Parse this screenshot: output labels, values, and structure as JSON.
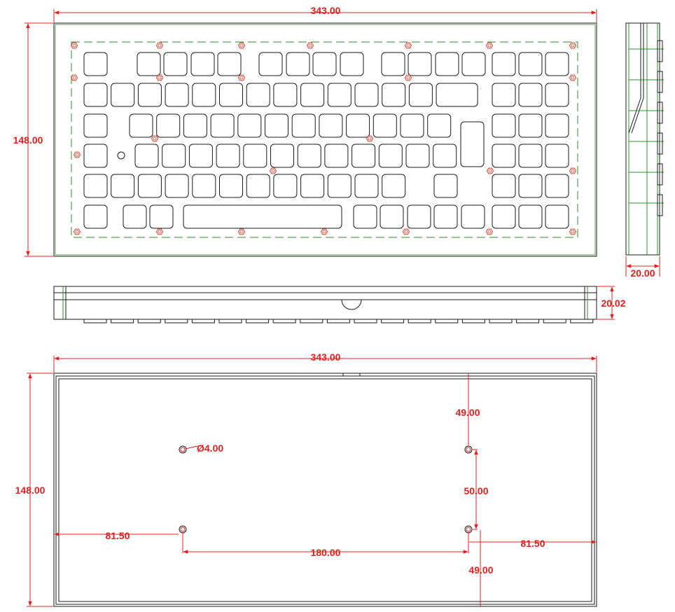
{
  "colors": {
    "outline": "#1a1a1a",
    "dimension": "#e02020",
    "frame_green": "#2e8b2e",
    "screw": "#d23c28"
  },
  "top_view": {
    "width_label": "343.00",
    "height_label": "148.00"
  },
  "side_view": {
    "depth_label": "20.00"
  },
  "front_view": {
    "height_label": "20.02"
  },
  "bottom_view": {
    "width_label": "343.00",
    "height_label": "148.00",
    "hole_diameter_label": "Ø4.00",
    "top_offset_label": "49.00",
    "hole_spacing_v_label": "50.00",
    "bottom_offset_label": "49.00",
    "left_offset_label": "81.50",
    "right_offset_label": "81.50",
    "hole_spacing_h_label": "180.00"
  }
}
